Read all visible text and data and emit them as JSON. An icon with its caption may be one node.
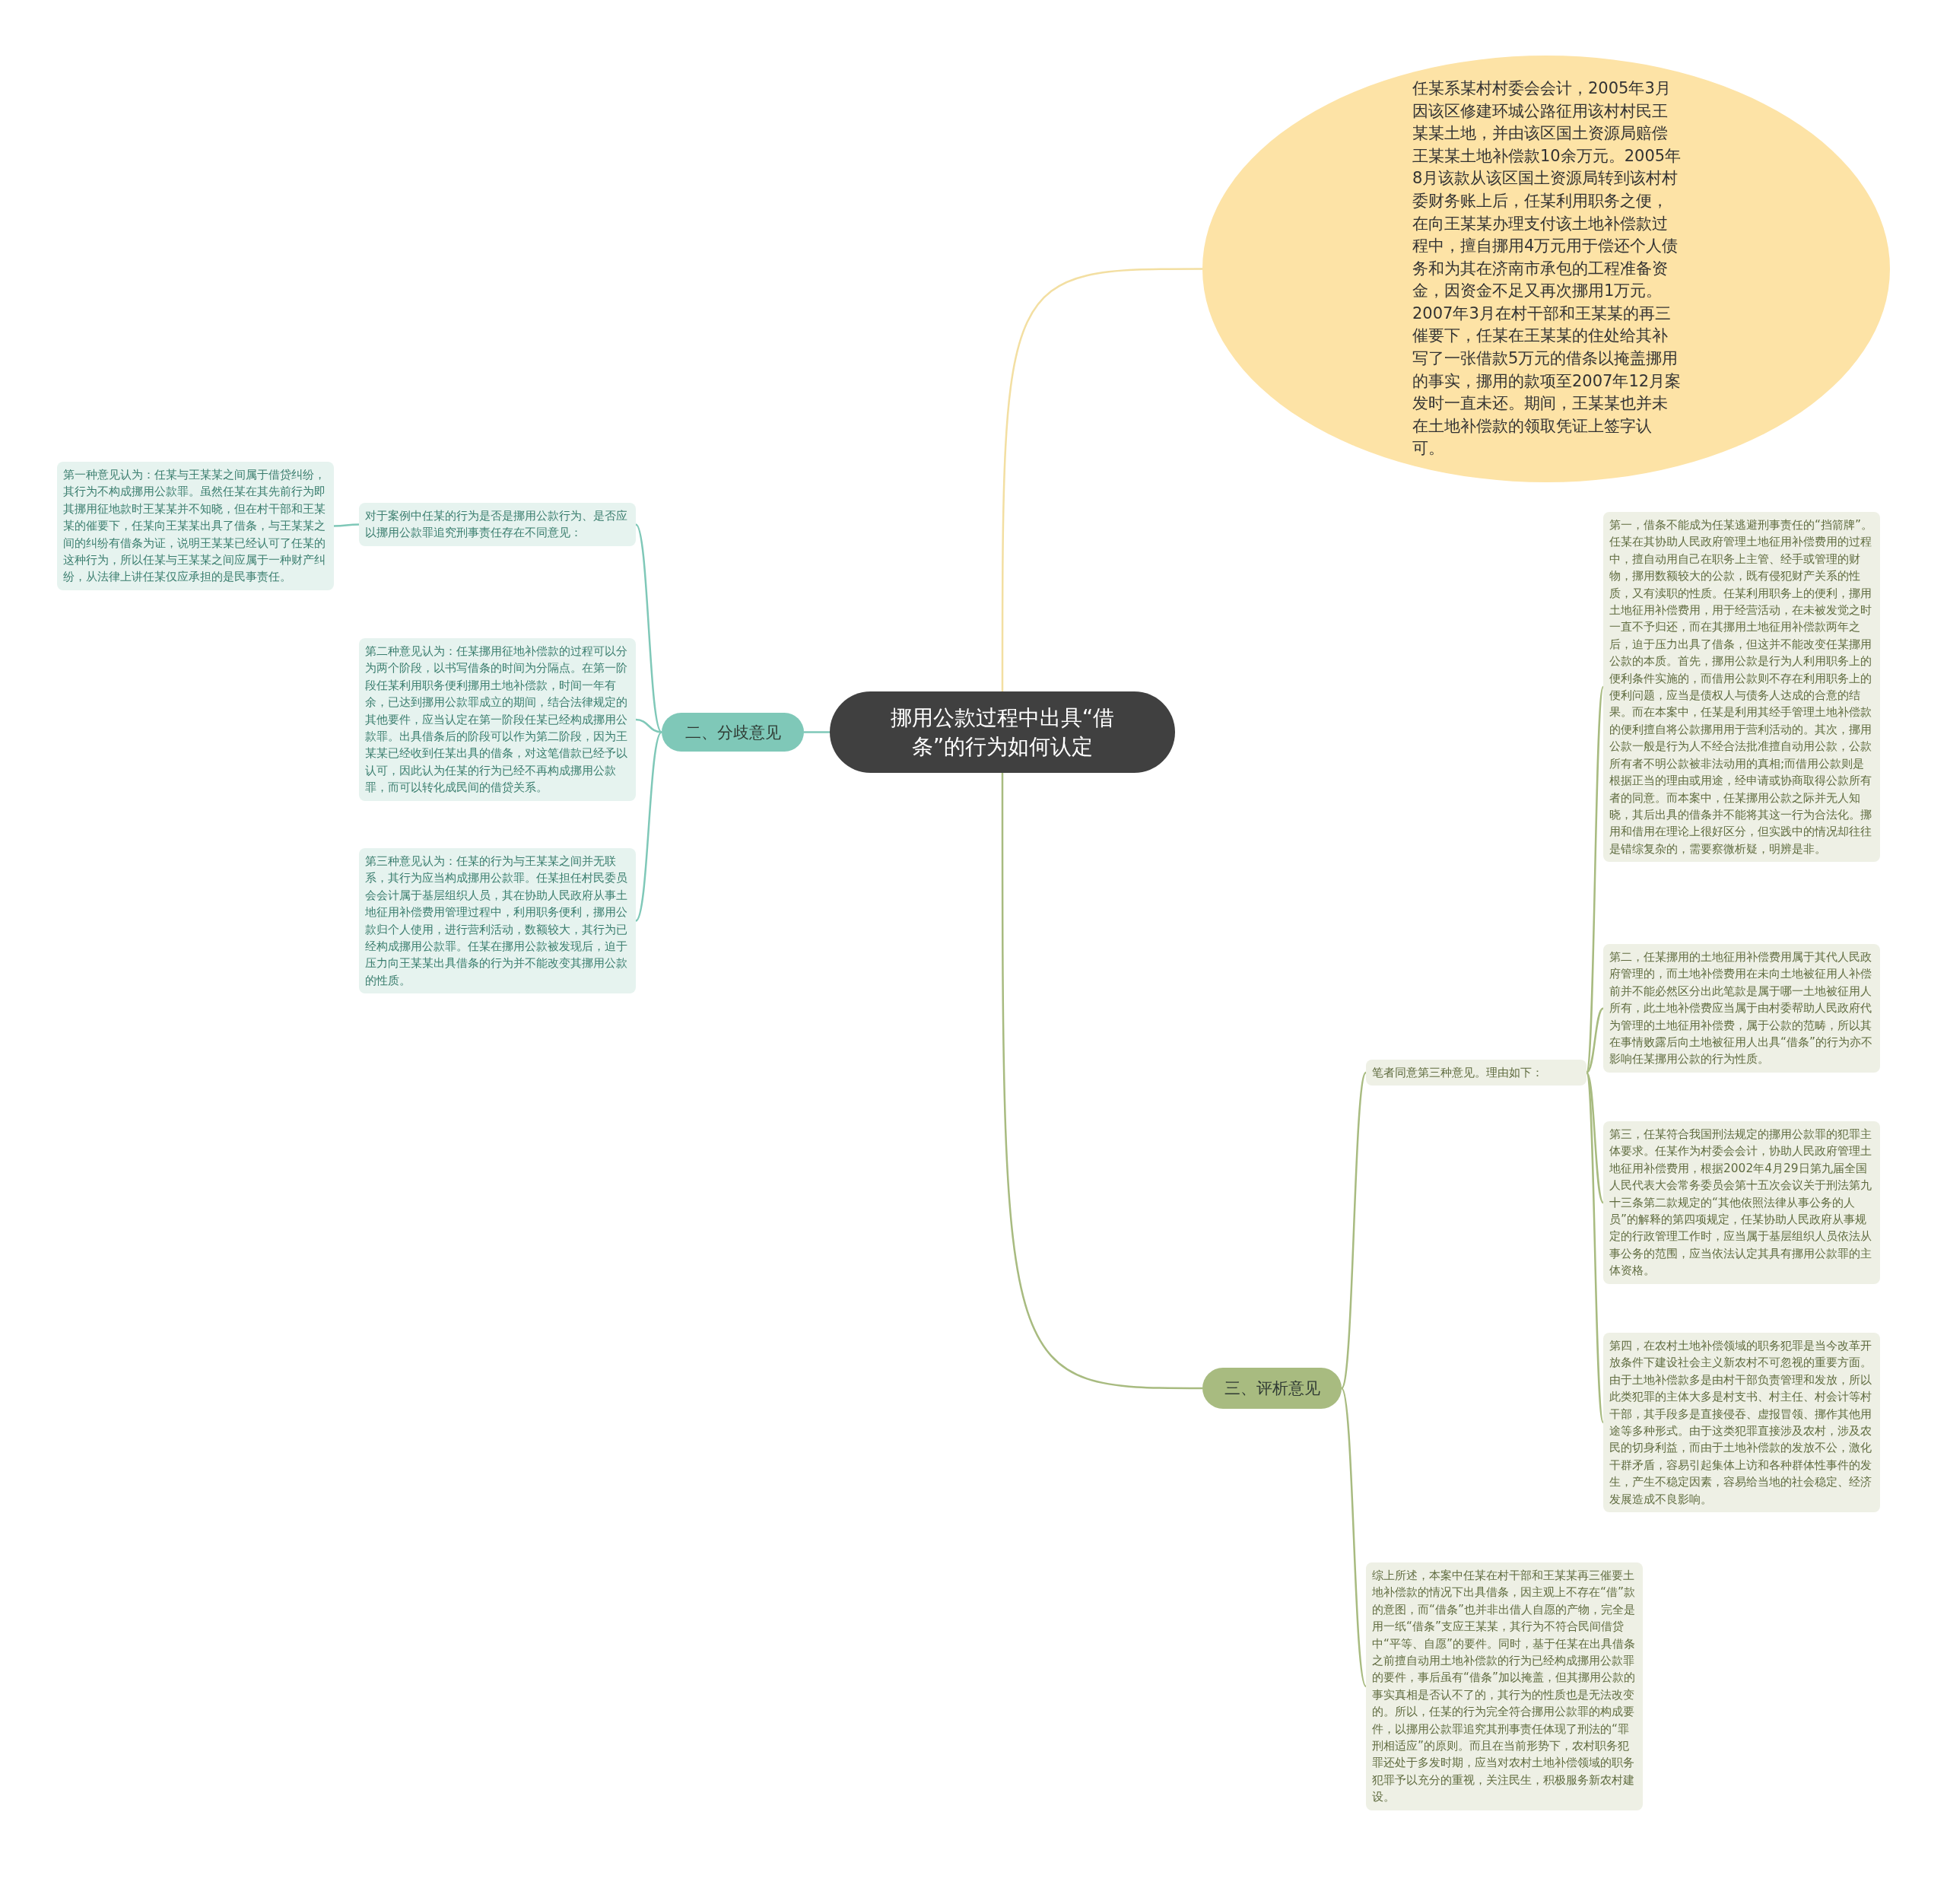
{
  "diagram": {
    "nodes": [
      {
        "text": [
          "挪用公款过程中出具“借条”的行为如何认定"
        ]
      },
      {
        "text": [
          "任某系某村村委会会计，2005年3月因该区修建环城公路征用该村村民王某某土地，并由该区国土资源局赔偿王某某土地补偿款10余万元。2005年8月该款从该区国土资源局转到该村村委财务账上后，任某利用职务之便，在向王某某办理支付该土地补偿款过程中，擅自挪用4万元用于偿还个人债务和为其在济南市承包的工程准备资金，因资金不足又再次挪用1万元。2007年3月在村干部和王某某的再三催要下，任某在王某某的住处给其补写了一张借款5万元的借条以掩盖挪用的事实，挪用的款项至2007年12月案发时一直未还。期间，王某某也并未在土地补偿款的领取凭证上签字认可。"
        ]
      },
      {
        "text": [
          "二、分歧意见"
        ]
      },
      {
        "text": [
          "对于案例中任某的行为是否是挪用公款行为、是否应以挪用公款罪追究刑事责任存在不同意见："
        ]
      },
      {
        "text": [
          "第一种意见认为：任某与王某某之间属于借贷纠纷，其行为不构成挪用公款罪。虽然任某在其先前行为即其挪用征地款时王某某并不知晓，但在村干部和王某某的催要下，任某向王某某出具了借条，与王某某之间的纠纷有借条为证，说明王某某已经认可了任某的这种行为，所以任某与王某某之间应属于一种财产纠纷，从法律上讲任某仅应承担的是民事责任。"
        ]
      },
      {
        "text": [
          "第二种意见认为：任某挪用征地补偿款的过程可以分为两个阶段，以书写借条的时间为分隔点。在第一阶段任某利用职务便利挪用土地补偿款，时间一年有余，已达到挪用公款罪成立的期间，结合法律规定的其他要件，应当认定在第一阶段任某已经构成挪用公款罪。出具借条后的阶段可以作为第二阶段，因为王某某已经收到任某出具的借条，对这笔借款已经予以认可，因此认为任某的行为已经不再构成挪用公款罪，而可以转化成民间的借贷关系。"
        ]
      },
      {
        "text": [
          "第三种意见认为：任某的行为与王某某之间并无联系，其行为应当构成挪用公款罪。任某担任村民委员会会计属于基层组织人员，其在协助人民政府从事土地征用补偿费用管理过程中，利用职务便利，挪用公款归个人使用，进行营利活动，数额较大，其行为已经构成挪用公款罪。任某在挪用公款被发现后，迫于压力向王某某出具借条的行为并不能改变其挪用公款的性质。"
        ]
      },
      {
        "text": [
          "三、评析意见"
        ]
      },
      {
        "text": [
          "笔者同意第三种意见。理由如下："
        ]
      },
      {
        "text": [
          "第一，借条不能成为任某逃避刑事责任的“挡箭牌”。任某在其协助人民政府管理土地征用补偿费用的过程中，擅自动用自己在职务上主管、经手或管理的财物，挪用数额较大的公款，既有侵犯财产关系的性质，又有渎职的性质。任某利用职务上的便利，挪用土地征用补偿费用，用于经营活动，在未被发觉之时一直不予归还，而在其挪用土地征用补偿款两年之后，迫于压力出具了借条，但这并不能改变任某挪用公款的本质。首先，挪用公款是行为人利用职务上的便利条件实施的，而借用公款则不存在利用职务上的便利问题，应当是债权人与债务人达成的合意的结果。而在本案中，任某是利用其经手管理土地补偿款的便利擅自将公款挪用用于营利活动的。其次，挪用公款一般是行为人不经合法批准擅自动用公款，公款所有者不明公款被非法动用的真相;而借用公款则是根据正当的理由或用途，经申请或协商取得公款所有者的同意。而本案中，任某挪用公款之际并无人知晓，其后出具的借条并不能将其这一行为合法化。挪用和借用在理论上很好区分，但实践中的情况却往往是错综复杂的，需要察微析疑，明辨是非。"
        ]
      },
      {
        "text": [
          "第二，任某挪用的土地征用补偿费用属于其代人民政府管理的，而土地补偿费用在未向土地被征用人补偿前并不能必然区分出此笔款是属于哪一土地被征用人所有，此土地补偿费应当属于由村委帮助人民政府代为管理的土地征用补偿费，属于公款的范畴，所以其在事情败露后向土地被征用人出具“借条”的行为亦不影响任某挪用公款的行为性质。"
        ]
      },
      {
        "text": [
          "第三，任某符合我国刑法规定的挪用公款罪的犯罪主体要求。任某作为村委会会计，协助人民政府管理土地征用补偿费用，根据2002年4月29日第九届全国人民代表大会常务委员会第十五次会议关于刑法第九十三条第二款规定的“其他依照法律从事公务的人员”的解释的第四项规定，任某协助人民政府从事规定的行政管理工作时，应当属于基层组织人员依法从事公务的范围，应当依法认定其具有挪用公款罪的主体资格。"
        ]
      },
      {
        "text": [
          "第四，在农村土地补偿领域的职务犯罪是当今改革开放条件下建设社会主义新农村不可忽视的重要方面。由于土地补偿款多是由村干部负责管理和发放，所以此类犯罪的主体大多是村支书、村主任、村会计等村干部，其手段多是直接侵吞、虚报冒领、挪作其他用途等多种形式。由于这类犯罪直接涉及农村，涉及农民的切身利益，而由于土地补偿款的发放不公，激化干群矛盾，容易引起集体上访和各种群体性事件的发生，产生不稳定因素，容易给当地的社会稳定、经济发展造成不良影响。"
        ]
      },
      {
        "text": [
          "综上所述，本案中任某在村干部和王某某再三催要土地补偿款的情况下出具借条，因主观上不存在“借”款的意图，而“借条”也并非出借人自愿的产物，完全是用一纸“借条”支应王某某，其行为不符合民间借贷中“平等、自愿”的要件。同时，基于任某在出具借条之前擅自动用土地补偿款的行为已经构成挪用公款罪的要件，事后虽有“借条”加以掩盖，但其挪用公款的事实真相是否认不了的，其行为的性质也是无法改变的。所以，任某的行为完全符合挪用公款罪的构成要件，以挪用公款罪追究其刑事责任体现了刑法的“罪刑相适应”的原则。而且在当前形势下，农村职务犯罪还处于多发时期，应当对农村土地补偿领域的职务犯罪予以充分的重视，关注民生，积极服务新农村建设。"
        ]
      }
    ],
    "edges": [
      {
        "from": 0,
        "to": 1,
        "arrow": "none",
        "color": "#f3dfa2"
      },
      {
        "from": 0,
        "to": 2,
        "arrow": "none",
        "color": "#7fc8b8"
      },
      {
        "from": 2,
        "to": 3,
        "arrow": "none",
        "color": "#7fc8b8"
      },
      {
        "from": 3,
        "to": 4,
        "arrow": "none",
        "color": "#7fc8b8"
      },
      {
        "from": 2,
        "to": 5,
        "arrow": "none",
        "color": "#7fc8b8"
      },
      {
        "from": 2,
        "to": 6,
        "arrow": "none",
        "color": "#7fc8b8"
      },
      {
        "from": 0,
        "to": 7,
        "arrow": "none"
      },
      {
        "from": 7,
        "to": 8,
        "arrow": "none"
      },
      {
        "from": 8,
        "to": 9,
        "arrow": "none"
      },
      {
        "from": 8,
        "to": 10,
        "arrow": "none"
      },
      {
        "from": 8,
        "to": 11,
        "arrow": "none"
      },
      {
        "from": 8,
        "to": 12,
        "arrow": "none"
      },
      {
        "from": 7,
        "to": 13,
        "arrow": "none"
      }
    ]
  }
}
